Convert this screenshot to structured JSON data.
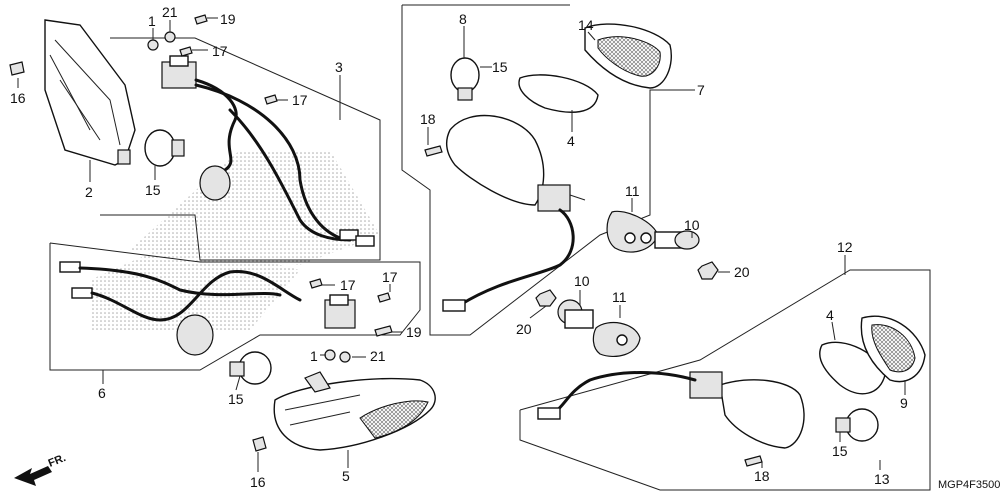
{
  "callouts": {
    "c1_top": "1",
    "c21_top": "21",
    "c19_top": "19",
    "c17_a": "17",
    "c16_left": "16",
    "c3": "3",
    "c17_b": "17",
    "c2": "2",
    "c15_left": "15",
    "c8": "8",
    "c14": "14",
    "c15_top": "15",
    "c7": "7",
    "c18_top": "18",
    "c4_top": "4",
    "c11_a": "11",
    "c10_a": "10",
    "c20_a": "20",
    "c17_c": "17",
    "c17_d": "17",
    "c10_b": "10",
    "c11_b": "11",
    "c20_b": "20",
    "c12": "12",
    "c19_mid": "19",
    "c1_mid": "1",
    "c21_mid": "21",
    "c6": "6",
    "c15_mid": "15",
    "c4_right": "4",
    "c9": "9",
    "c16_bottom": "16",
    "c5": "5",
    "c18_bottom": "18",
    "c15_right": "15",
    "c13": "13"
  },
  "front_arrow_label": "FR.",
  "diagram_code": "MGP4F3500",
  "colors": {
    "line": "#111111",
    "shade": "#bbbbbb",
    "background": "#ffffff"
  }
}
